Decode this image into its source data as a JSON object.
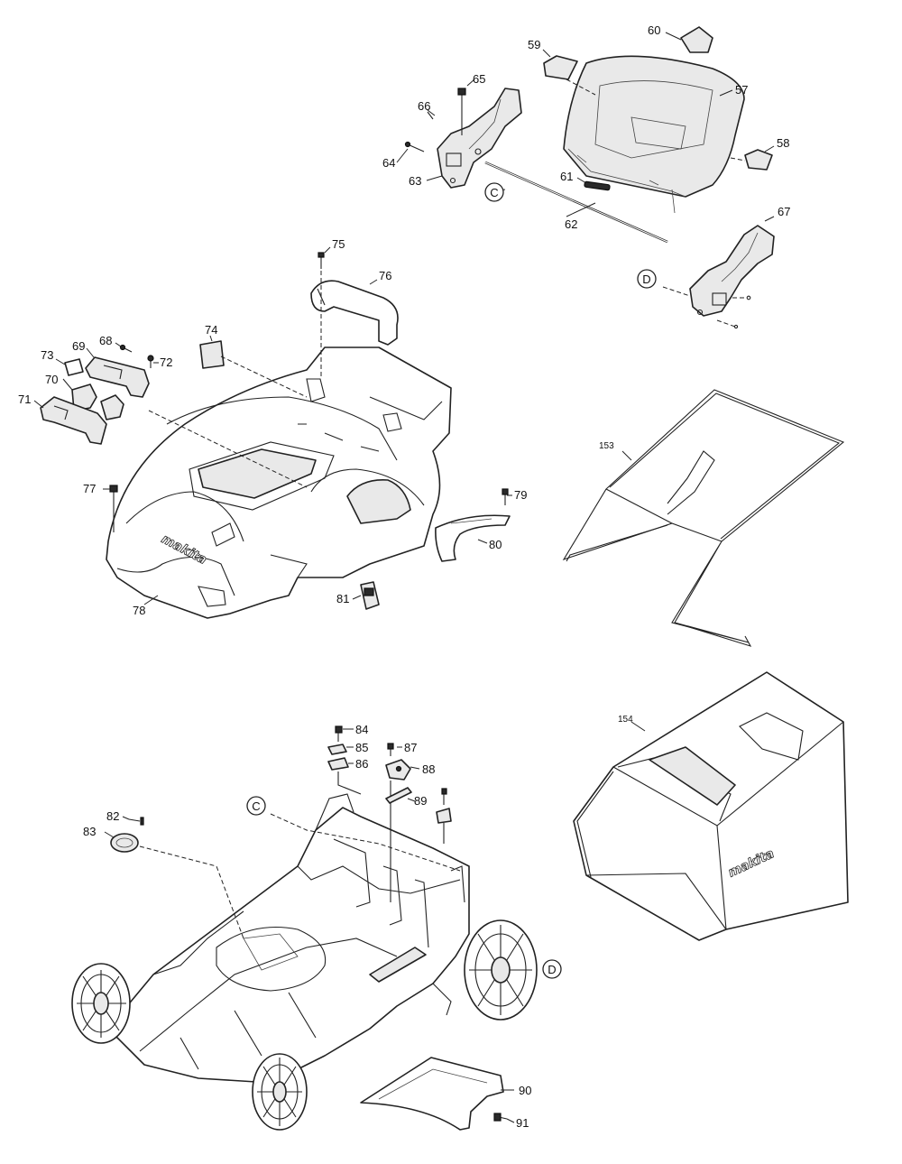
{
  "callouts": {
    "p57": "57",
    "p58": "58",
    "p59": "59",
    "p60": "60",
    "p61": "61",
    "p62": "62",
    "p63": "63",
    "p64": "64",
    "p65": "65",
    "p66": "66",
    "p67": "67",
    "p68": "68",
    "p69": "69",
    "p70": "70",
    "p71": "71",
    "p72": "72",
    "p73": "73",
    "p74": "74",
    "p75": "75",
    "p76": "76",
    "p77": "77",
    "p78": "78",
    "p79": "79",
    "p80": "80",
    "p81": "81",
    "p82": "82",
    "p83": "83",
    "p84": "84",
    "p85": "85",
    "p86": "86",
    "p87": "87",
    "p88": "88",
    "p89": "89",
    "p90": "90",
    "p91": "91",
    "p153": "153",
    "p154": "154"
  },
  "refs": {
    "c": "C",
    "d": "D"
  },
  "logos": {
    "brand": "makita"
  },
  "colors": {
    "line": "#222222",
    "background": "#ffffff"
  }
}
